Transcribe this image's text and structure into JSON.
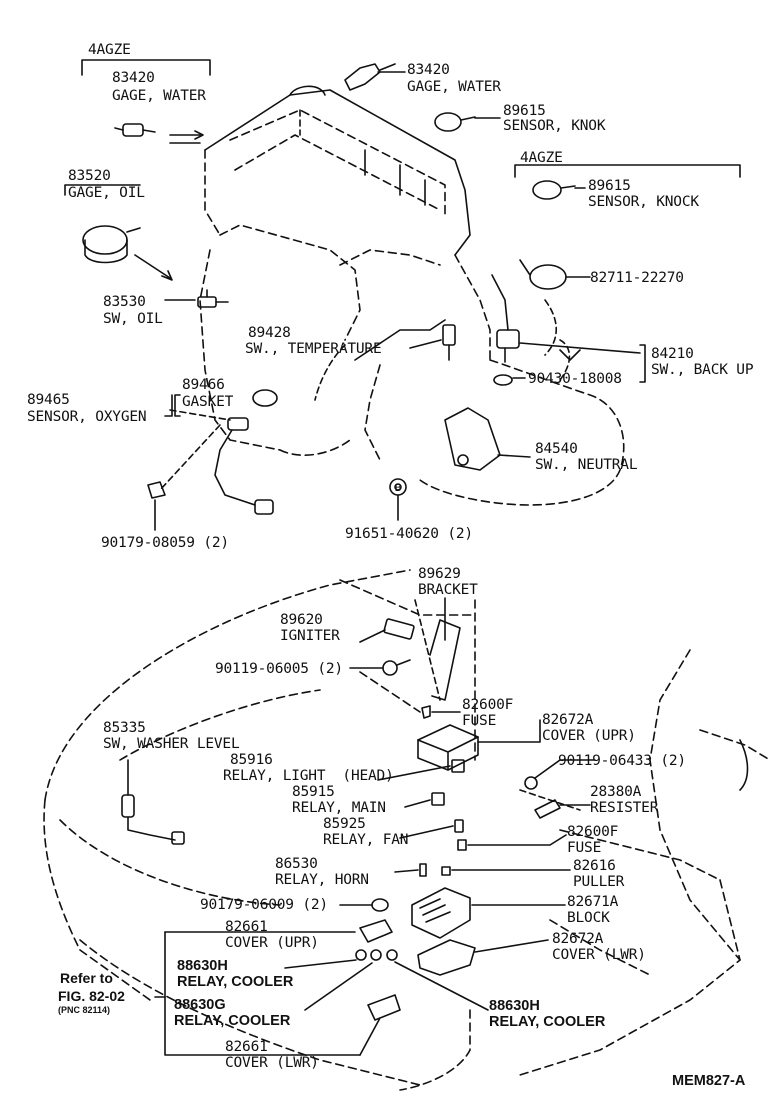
{
  "diagram_code": "MEM827-A",
  "parts": {
    "bracket_4agze_top": {
      "variant": "4AGZE",
      "number": "83420",
      "name": "GAGE, WATER"
    },
    "gage_water": {
      "number": "83420",
      "name": "GAGE, WATER"
    },
    "sensor_knok": {
      "number": "89615",
      "name": "SENSOR, KNOK"
    },
    "bracket_4agze_knock": {
      "variant": "4AGZE",
      "number": "89615",
      "name": "SENSOR, KNOCK"
    },
    "gage_oil": {
      "number": "83520",
      "name": "GAGE, OIL"
    },
    "clamp": {
      "number": "82711-22270"
    },
    "sw_oil": {
      "number": "83530",
      "name": "SW, OIL"
    },
    "sw_temperature": {
      "number": "89428",
      "name": "SW., TEMPERATURE"
    },
    "sw_back_up": {
      "number": "84210",
      "name": "SW., BACK UP"
    },
    "washer_backup": {
      "number": "90430-18008"
    },
    "gasket": {
      "number": "89466",
      "name": "GASKET"
    },
    "sensor_oxygen": {
      "number": "89465",
      "name": "SENSOR, OXYGEN"
    },
    "sw_neutral": {
      "number": "84540",
      "name": "SW., NEUTRAL"
    },
    "nut_91651": {
      "number": "91651-40620 (2)"
    },
    "clip_90179_08059": {
      "number": "90179-08059 (2)"
    },
    "bracket": {
      "number": "89629",
      "name": "BRACKET"
    },
    "igniter": {
      "number": "89620",
      "name": "IGNITER"
    },
    "bolt_90119_06005": {
      "number": "90119-06005 (2)"
    },
    "fuse_top": {
      "number": "82600F",
      "name": "FUSE"
    },
    "cover_upr_block": {
      "number": "82672A",
      "name": "COVER (UPR)"
    },
    "sw_washer_level": {
      "number": "85335",
      "name": "SW, WASHER LEVEL"
    },
    "relay_light": {
      "number": "85916",
      "name": "RELAY, LIGHT  (HEAD)"
    },
    "bolt_90119_06433": {
      "number": "90119-06433 (2)"
    },
    "resister": {
      "number": "28380A",
      "name": "RESISTER"
    },
    "relay_main": {
      "number": "85915",
      "name": "RELAY, MAIN"
    },
    "relay_fan": {
      "number": "85925",
      "name": "RELAY, FAN"
    },
    "fuse_mid": {
      "number": "82600F",
      "name": "FUSE"
    },
    "relay_horn": {
      "number": "86530",
      "name": "RELAY, HORN"
    },
    "puller": {
      "number": "82616",
      "name": "PULLER"
    },
    "clip_90179_06009": {
      "number": "90179-06009 (2)"
    },
    "block": {
      "number": "82671A",
      "name": "BLOCK"
    },
    "cover_upr_relay": {
      "number": "82661",
      "name": "COVER (UPR)"
    },
    "cover_lwr_block": {
      "number": "82672A",
      "name": "COVER (LWR)"
    },
    "relay_cooler_h_left": {
      "number": "88630H",
      "name": "RELAY, COOLER"
    },
    "relay_cooler_g": {
      "number": "88630G",
      "name": "RELAY, COOLER"
    },
    "relay_cooler_h_right": {
      "number": "88630H",
      "name": "RELAY, COOLER"
    },
    "cover_lwr_relay": {
      "number": "82661",
      "name": "COVER (LWR)"
    }
  },
  "reference": {
    "line1": "Refer to",
    "line2": "FIG. 82-02",
    "line3": "(PNC 82114)"
  }
}
